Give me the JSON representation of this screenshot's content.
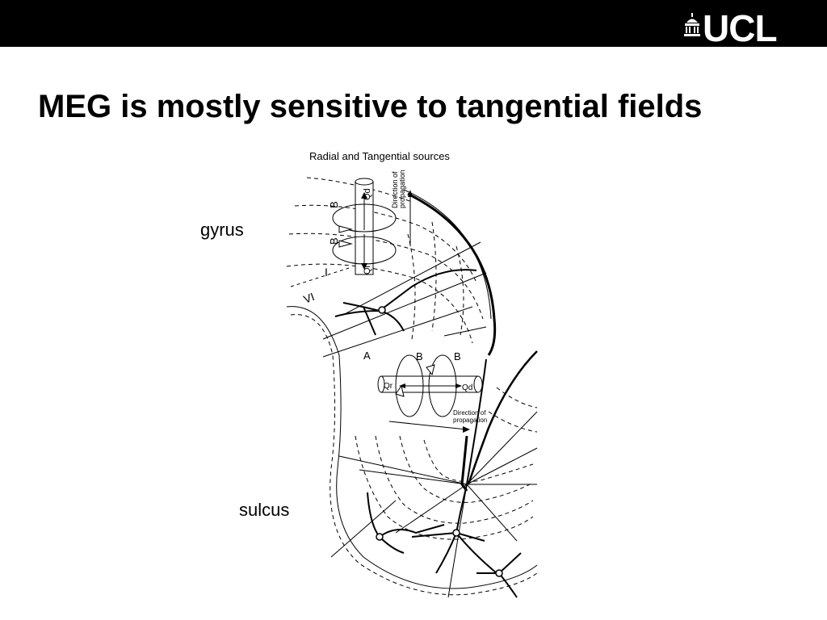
{
  "slide": {
    "title": "MEG is mostly sensitive to tangential fields",
    "logo_text": "UCL"
  },
  "labels": {
    "gyrus": "gyrus",
    "sulcus": "sulcus"
  },
  "figure": {
    "heading": "Radial and Tangential sources",
    "radial": {
      "b_upper": "B",
      "b_lower": "B",
      "qd": "Qd",
      "qr": "Qr",
      "direction_line1": "Direction of",
      "direction_line2": "propagation",
      "layer_i": "I",
      "layer_vi": "VI"
    },
    "tangential": {
      "a": "A",
      "b_left": "B",
      "b_right": "B",
      "qr": "Qr",
      "qd": "Qd",
      "direction_line1": "Direction of",
      "direction_line2": "propagation"
    }
  },
  "colors": {
    "top_bar": "#000000",
    "background": "#ffffff",
    "logo": "#ffffff"
  }
}
